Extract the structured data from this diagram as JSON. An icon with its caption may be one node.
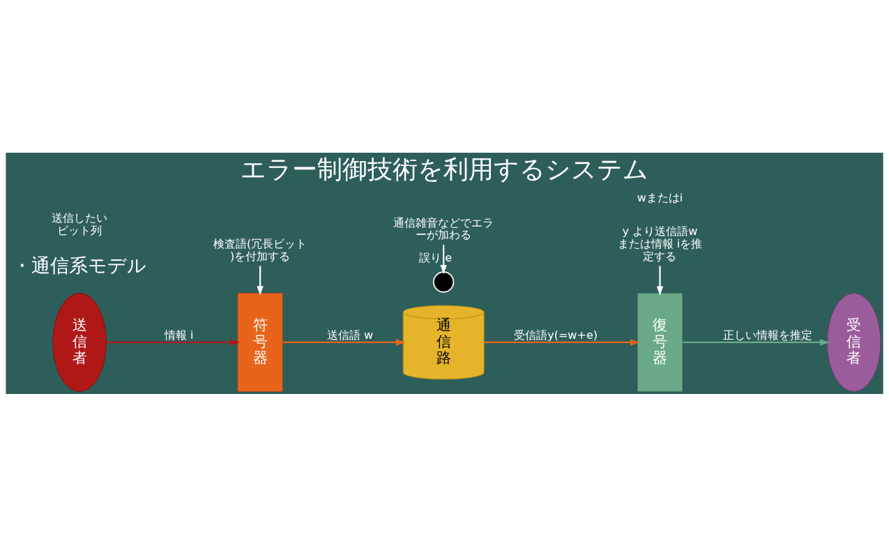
{
  "diagram": {
    "title": "エラー制御技術を利用するシステム",
    "nodes": [
      {
        "text": [
          "送信者"
        ]
      },
      {
        "text": [
          "符号器"
        ]
      },
      {
        "text": [
          "通信路"
        ]
      },
      {
        "text": [
          "復号器"
        ]
      },
      {
        "text": [
          "受信者"
        ]
      },
      {
        "text": [],
        "shape": "circle"
      },
      {
        "text": [
          "検査語(冗長ビット)を付加する"
        ]
      },
      {
        "text": [
          "通信雑音などでエラーが加わる"
        ]
      },
      {
        "text": [
          "y より送信語w または情報 iを推定する"
        ]
      }
    ],
    "edges": [
      {
        "from": 0,
        "to": 1,
        "arrow": "to",
        "label": "情報 i",
        "color": "#b01818"
      },
      {
        "from": 1,
        "to": 2,
        "arrow": "to",
        "label": "送信語 w",
        "color": "#e8641b"
      },
      {
        "from": 2,
        "to": 3,
        "arrow": "to",
        "label": "受信語y(=w+e)",
        "color": "#e8641b"
      },
      {
        "from": 3,
        "to": 4,
        "arrow": "to",
        "label": "正しい情報を推定",
        "color": "#6aaa8a"
      },
      {
        "from": 6,
        "to": 1,
        "arrow": "to"
      },
      {
        "from": 7,
        "to": 5,
        "arrow": "to",
        "label": "誤り e"
      },
      {
        "from": 8,
        "to": 3,
        "arrow": "to"
      }
    ],
    "labels": [
      "・通信系モデル",
      "送信したいビット列",
      "wまたはi"
    ]
  }
}
